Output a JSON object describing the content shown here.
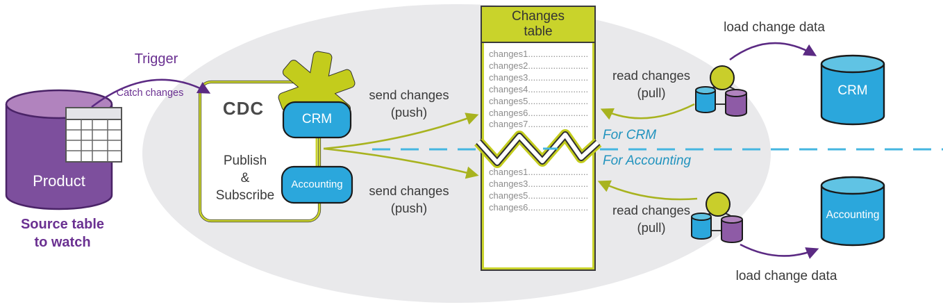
{
  "source": {
    "cylinder_label": "Product",
    "caption_line1": "Source table",
    "caption_line2": "to watch"
  },
  "trigger": {
    "label": "Trigger",
    "sublabel": "Catch changes"
  },
  "cdc_box": {
    "title": "CDC",
    "subtitle_line1": "Publish",
    "subtitle_line2": "&",
    "subtitle_line3": "Subscribe",
    "crm_badge": "CRM",
    "accounting_badge": "Accounting"
  },
  "flows": {
    "send_top": {
      "line1": "send changes",
      "line2": "(push)"
    },
    "send_bottom": {
      "line1": "send changes",
      "line2": "(push)"
    },
    "read_top": {
      "line1": "read changes",
      "line2": "(pull)"
    },
    "read_bottom": {
      "line1": "read changes",
      "line2": "(pull)"
    },
    "load_top": "load change data",
    "load_bottom": "load change data"
  },
  "partition": {
    "for_crm": "For CRM",
    "for_accounting": "For Accounting"
  },
  "changes_table": {
    "title_line1": "Changes",
    "title_line2": "table",
    "rows_before_break": [
      "changes1........................",
      "changes2........................",
      "changes3........................",
      "changes4........................",
      "changes5........................",
      "changes6........................",
      "changes7........................"
    ],
    "rows_after_break": [
      "changes1........................",
      "changes3........................",
      "changes5........................",
      "changes6........................"
    ]
  },
  "targets": {
    "crm": "CRM",
    "accounting": "Accounting"
  },
  "icons": {
    "source_table": "table-grid-icon",
    "burst": "star-burst-icon",
    "subscriber_top": "data-sync-icon",
    "subscriber_bottom": "data-sync-icon"
  },
  "colors": {
    "purple_arrow": "#5b2a83",
    "purple_cylinder": "#7d4f9d",
    "purple_text": "#6a3091",
    "olive_arrow": "#a8b31f",
    "yellow_green": "#c9d32b",
    "blue": "#2ba7dc",
    "teal_text": "#2193be",
    "ellipse_gray": "#e9e9eb",
    "dark_text": "#3a3a3a",
    "row_gray": "#8c8c8c"
  }
}
